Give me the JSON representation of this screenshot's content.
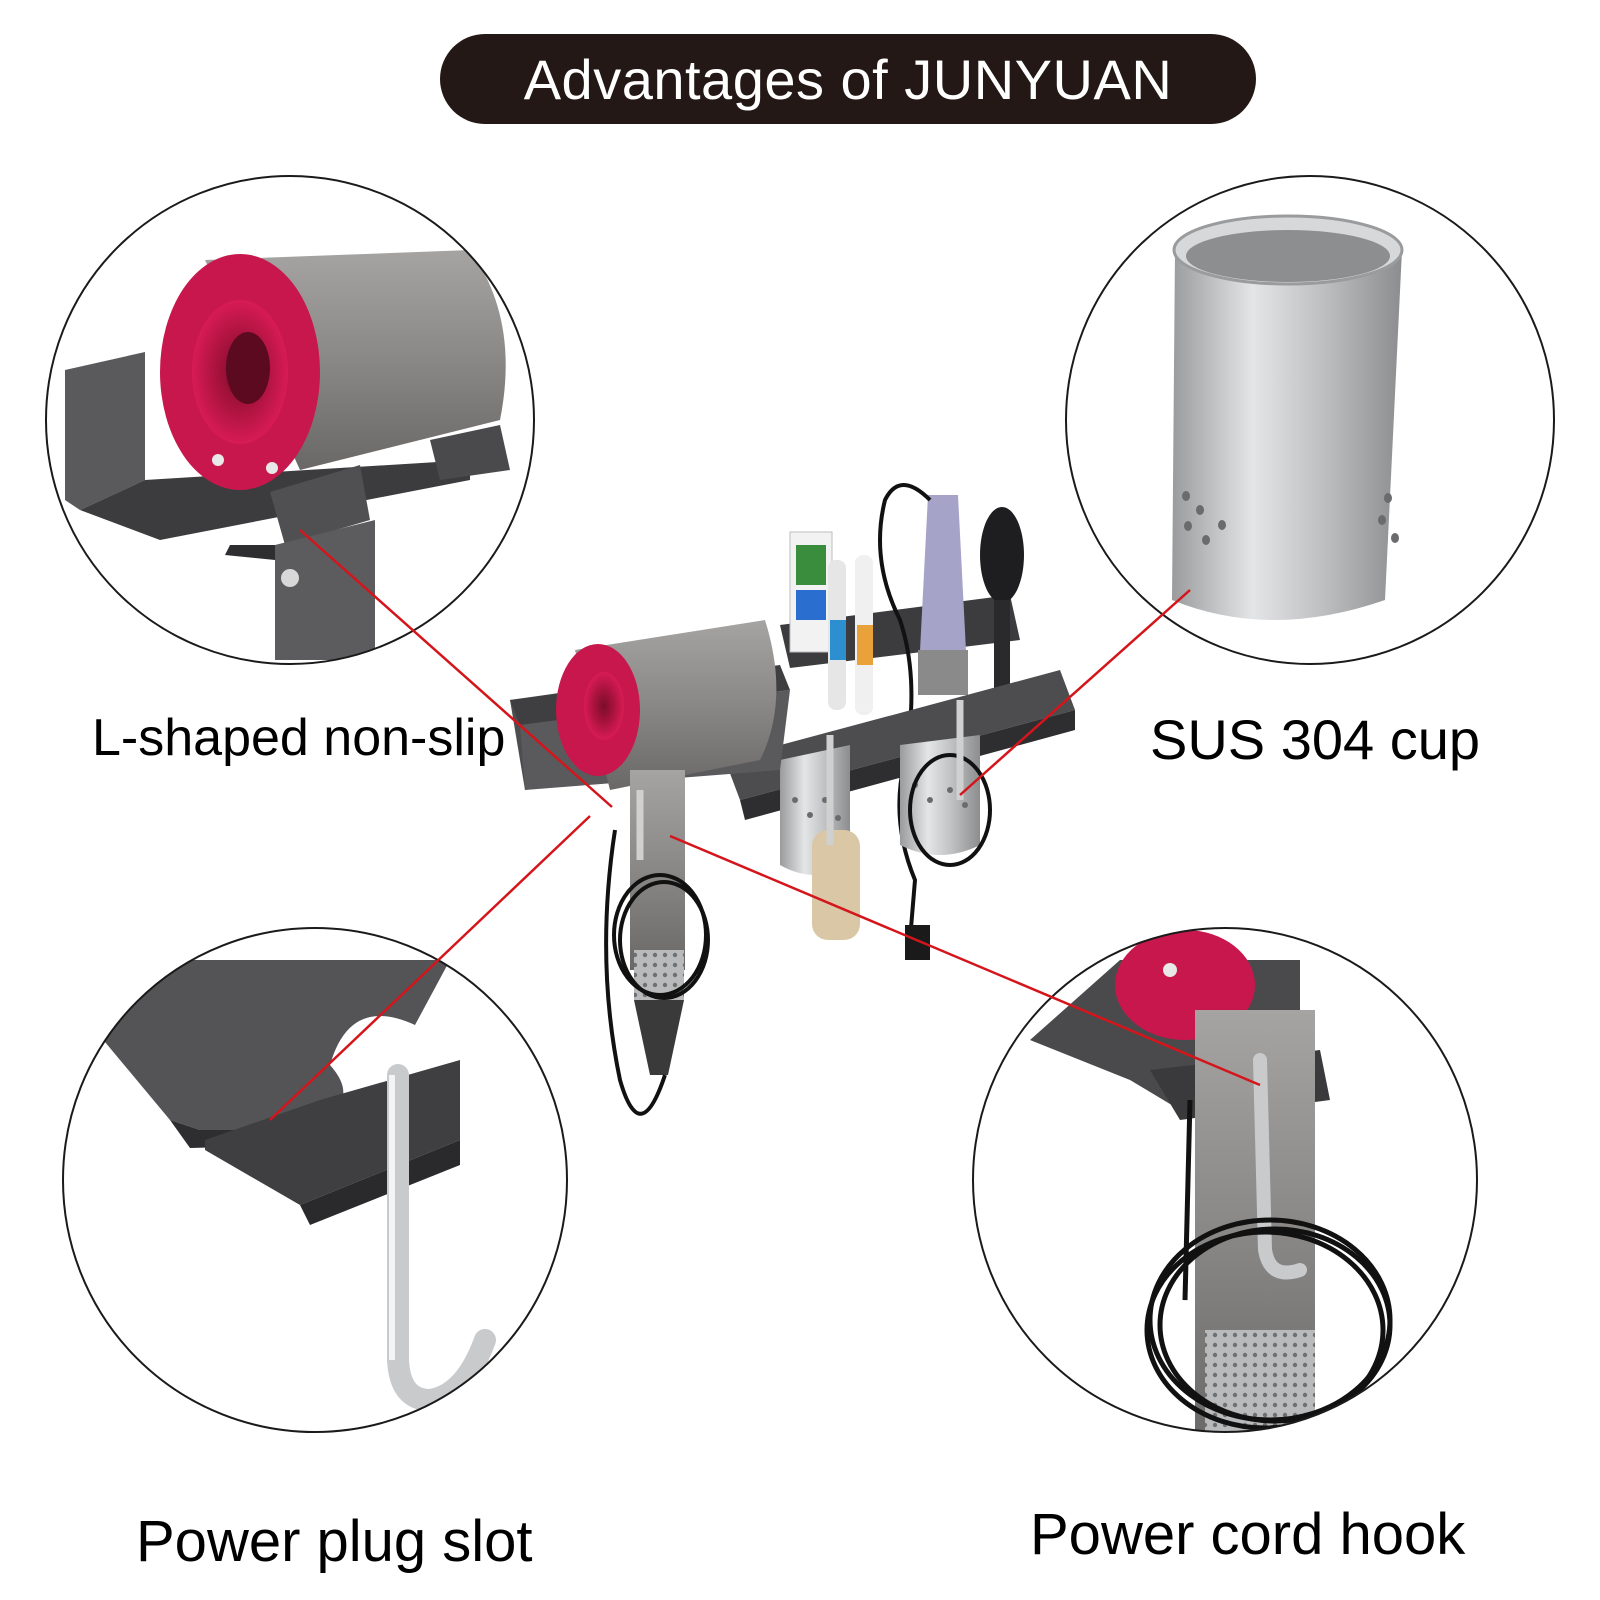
{
  "header": {
    "title": "Advantages of JUNYUAN"
  },
  "callouts": {
    "lshaped": {
      "label": "L-shaped non-slip",
      "icon": "hair-dryer-on-bracket-detail"
    },
    "cup": {
      "label": "SUS 304 cup",
      "icon": "stainless-steel-cup-detail"
    },
    "plug": {
      "label": "Power plug slot",
      "icon": "plug-slot-hook-detail"
    },
    "cord": {
      "label": "Power cord hook",
      "icon": "cord-hook-detail"
    }
  },
  "product": {
    "icon": "hair-dryer-holder-rack"
  },
  "colors": {
    "title_bg": "#231815",
    "leader_line": "#d4151b",
    "dryer_red": "#c3174a",
    "dryer_gray": "#8e8c8a",
    "rack_gray": "#4a4a4c",
    "steel": "#c8c9cb"
  }
}
